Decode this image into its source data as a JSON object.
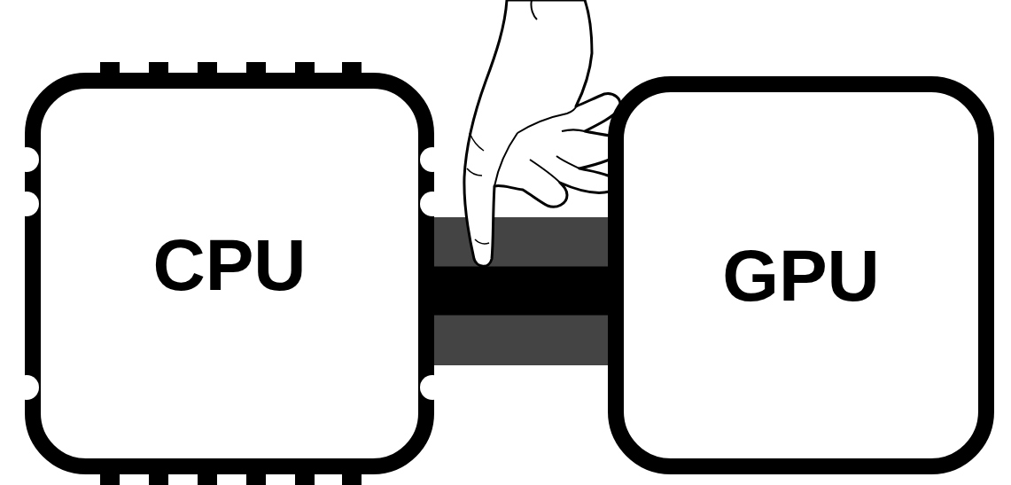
{
  "diagram": {
    "nodes": [
      {
        "text": [
          "CPU"
        ]
      },
      {
        "text": [
          "GPU"
        ]
      }
    ],
    "edges": [
      {
        "from": 0,
        "to": 1,
        "arrow": "none"
      }
    ]
  }
}
